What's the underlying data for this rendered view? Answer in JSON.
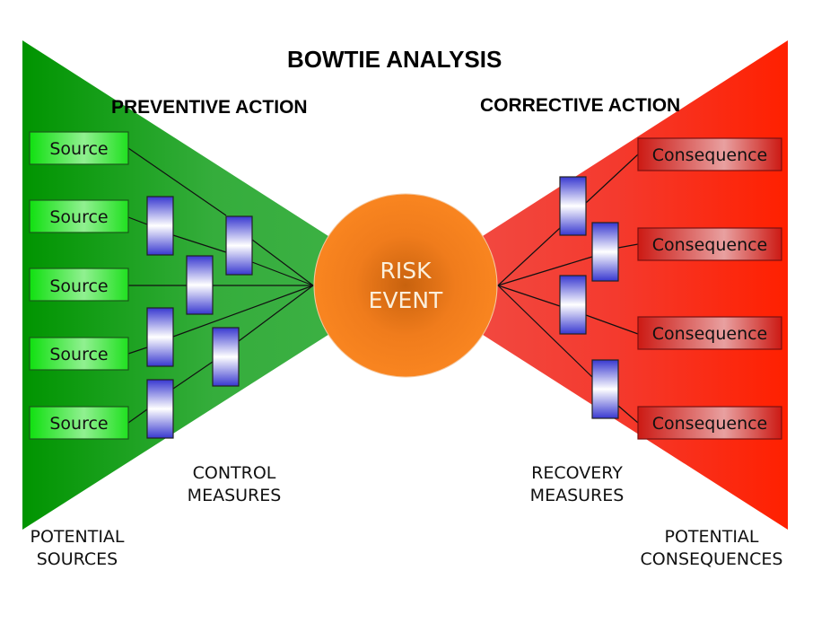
{
  "title": "BOWTIE ANALYSIS",
  "left_header": "PREVENTIVE ACTION",
  "right_header": "CORRECTIVE ACTION",
  "center": {
    "line1": "RISK",
    "line2": "EVENT"
  },
  "sources": [
    "Source",
    "Source",
    "Source",
    "Source",
    "Source"
  ],
  "consequences": [
    "Consequence",
    "Consequence",
    "Consequence",
    "Consequence"
  ],
  "labels": {
    "control_measures": "CONTROL\nMEASURES",
    "recovery_measures": "RECOVERY\nMEASURES",
    "potential_sources": "POTENTIAL\nSOURCES",
    "potential_consequences": "POTENTIAL\nCONSEQUENCES"
  },
  "colors": {
    "preventive_dark": "#009a00",
    "preventive_light": "#3cb043",
    "corrective_light": "#f2504a",
    "corrective_dark": "#ff2200",
    "risk_event": "#f7811e",
    "barrier_blue": "#3a3ad0",
    "source_box": "#22e022",
    "consequence_box": "#d42020"
  }
}
